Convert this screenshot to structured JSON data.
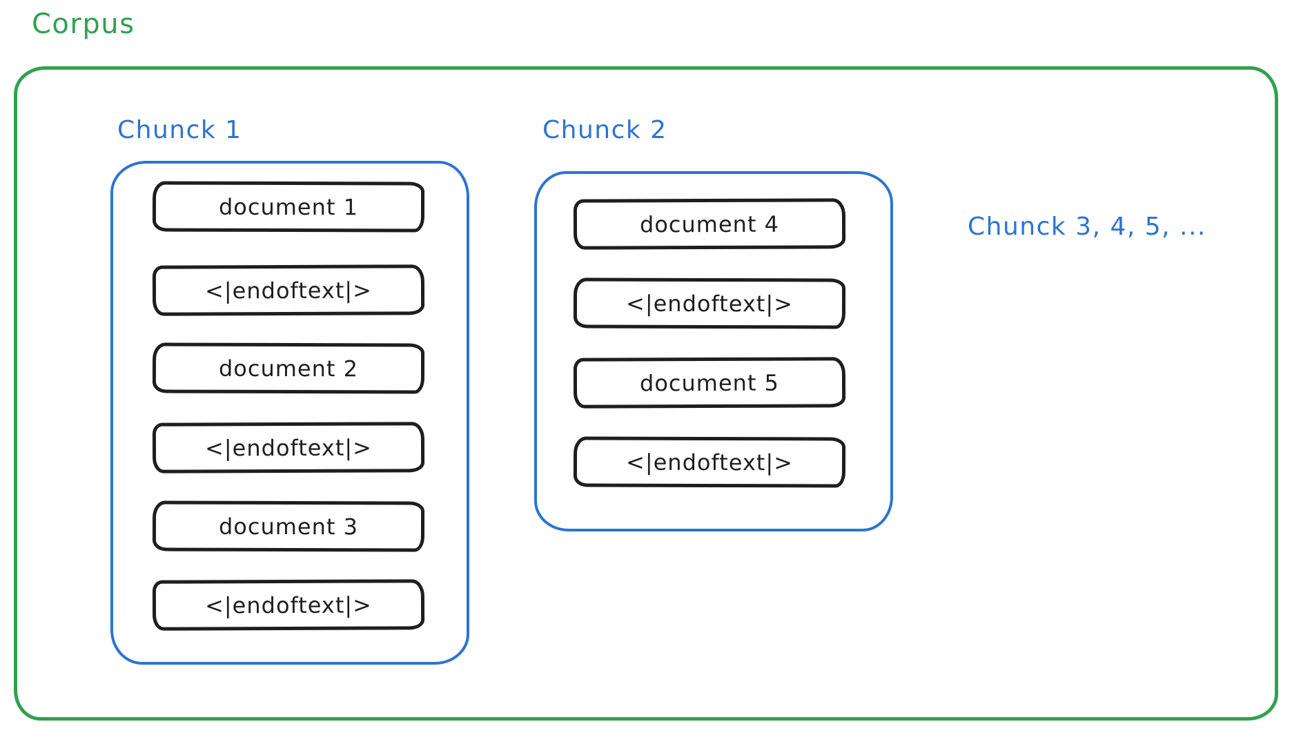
{
  "colors": {
    "corpus_green": "#2fa24d",
    "chunk_blue": "#2b74d4",
    "box_black": "#1e1e1e"
  },
  "corpus": {
    "label": "Corpus",
    "chunks": [
      {
        "label": "Chunck 1",
        "items": [
          "document 1",
          "<|endoftext|>",
          "document 2",
          "<|endoftext|>",
          "document 3",
          "<|endoftext|>"
        ]
      },
      {
        "label": "Chunck 2",
        "items": [
          "document 4",
          "<|endoftext|>",
          "document 5",
          "<|endoftext|>"
        ]
      }
    ],
    "more_chunks_label": "Chunck 3, 4, 5, ..."
  }
}
